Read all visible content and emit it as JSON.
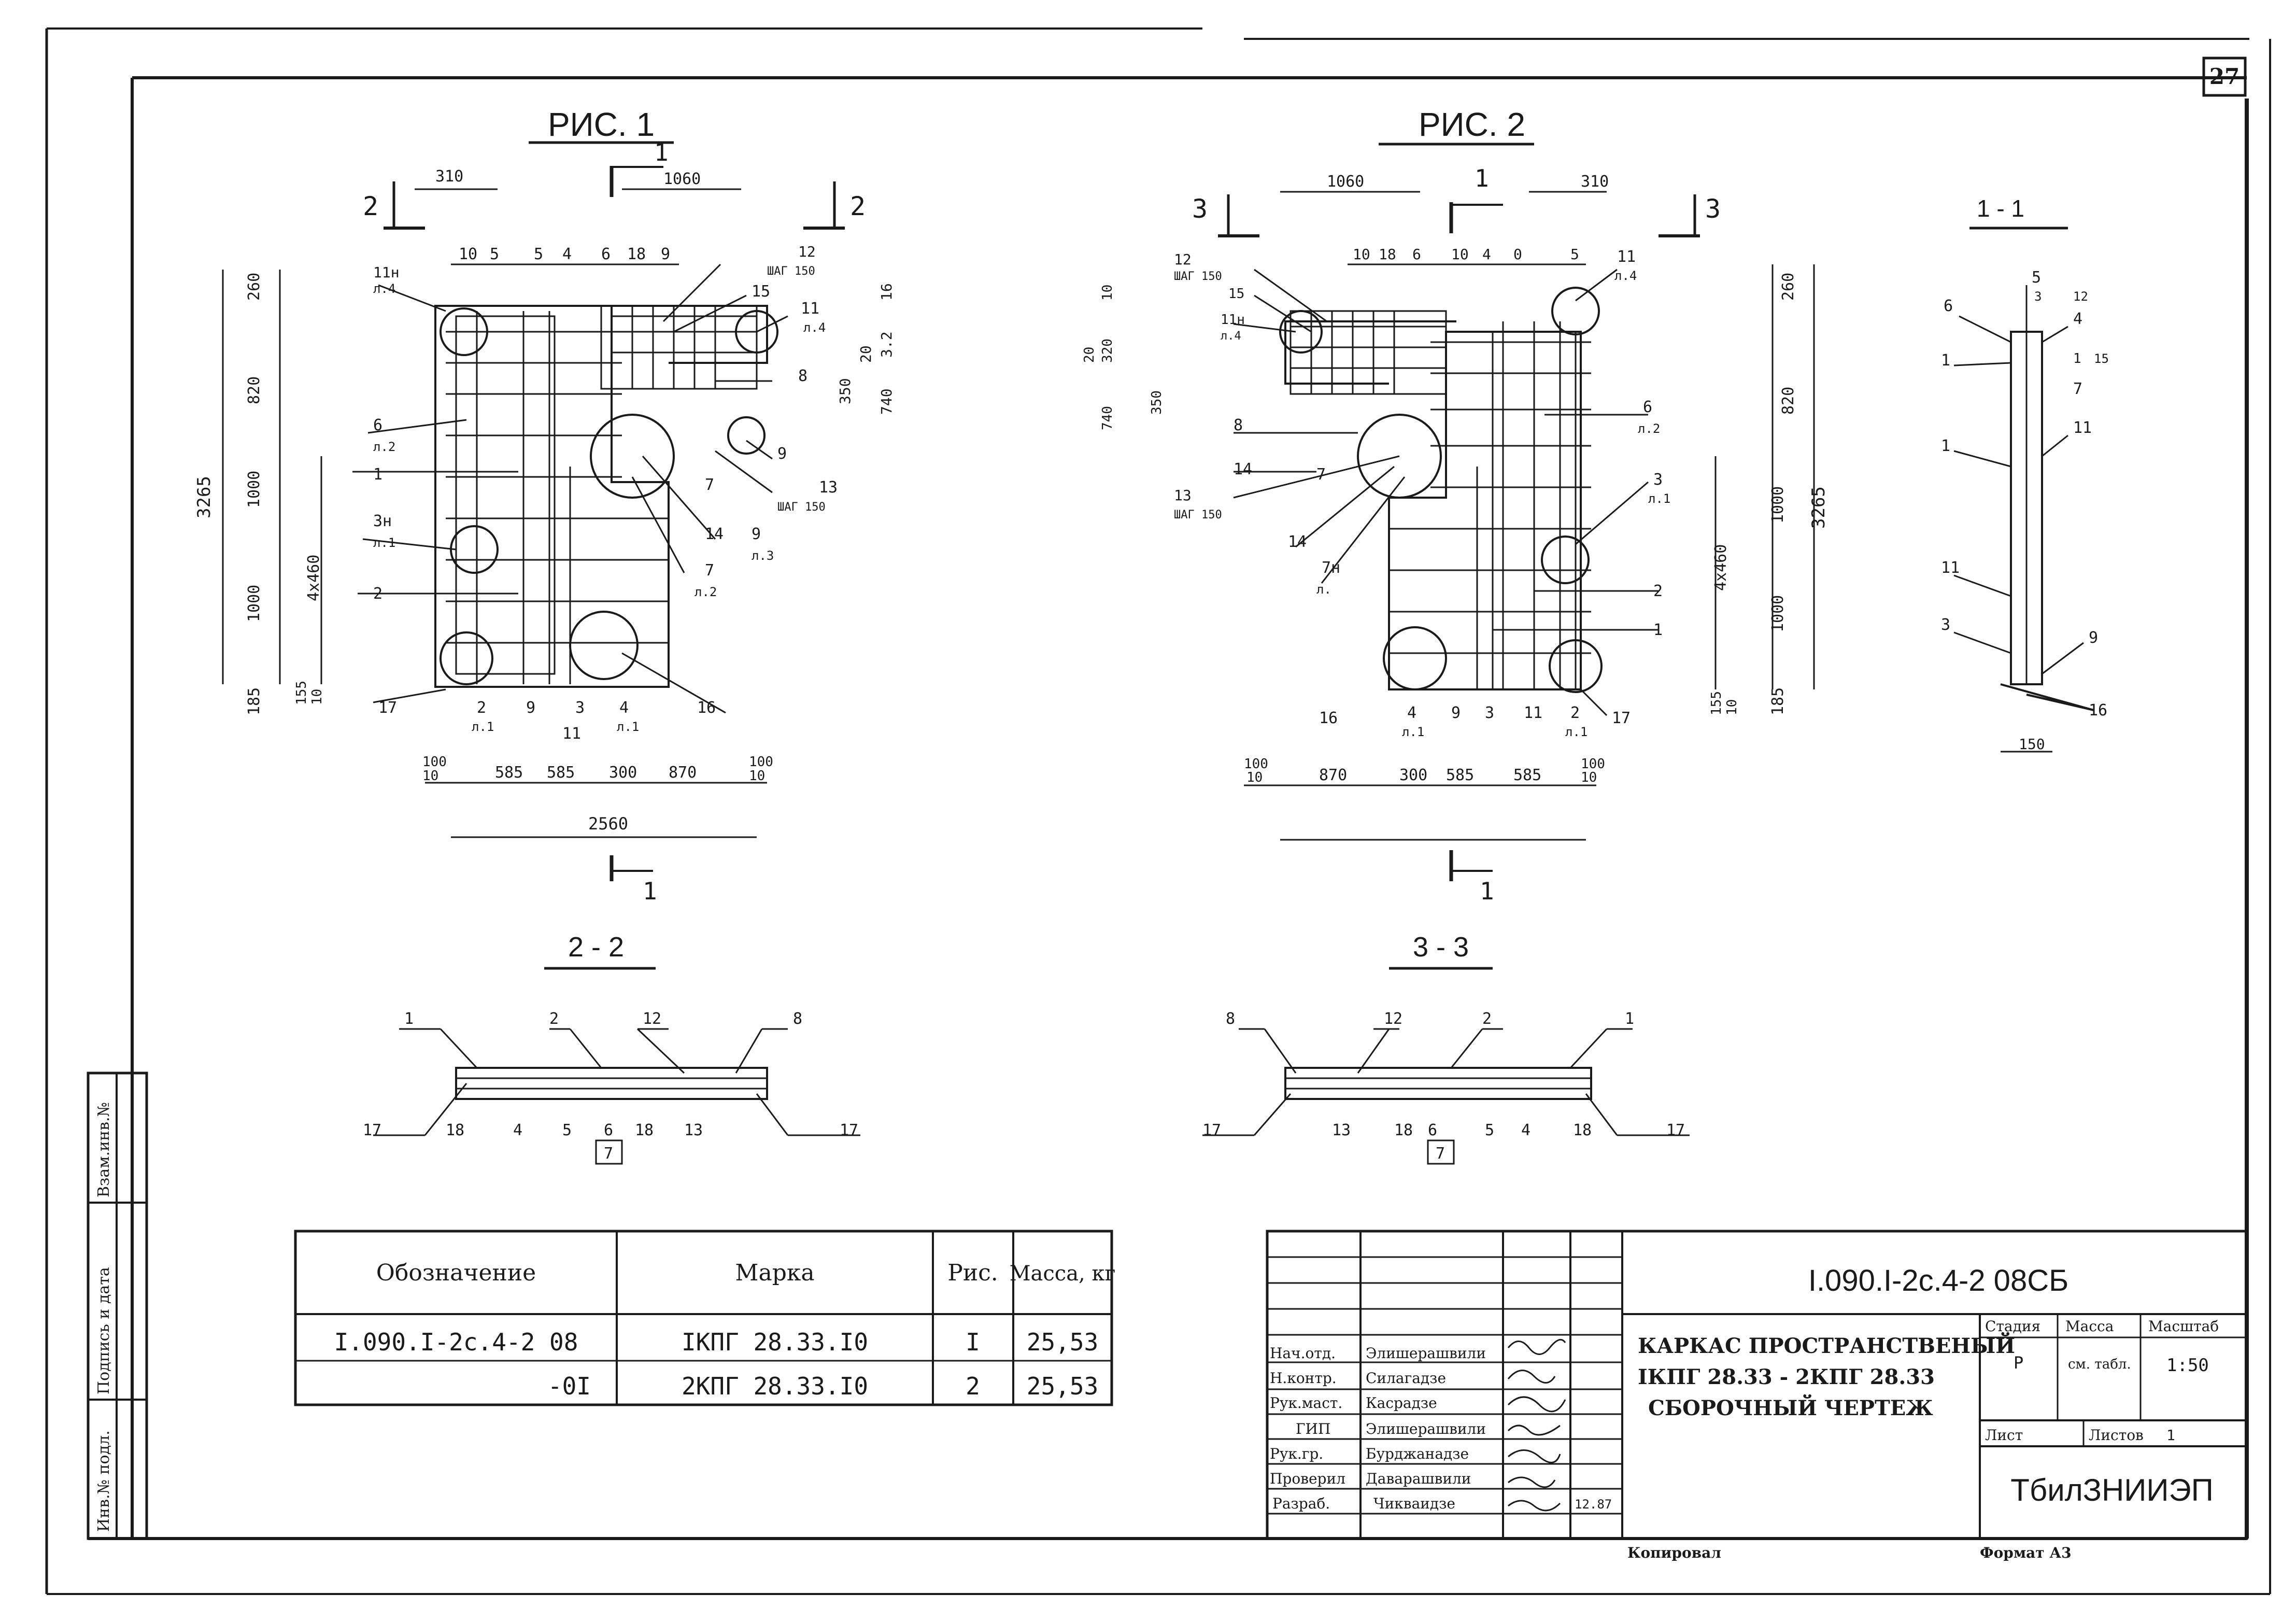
{
  "sheet": {
    "page_number": "27"
  },
  "fig1": {
    "title": "РИС. 1",
    "section_mark": "1",
    "view_mark": "2",
    "dims_top": [
      "310",
      "1060"
    ],
    "dims_left": [
      "260",
      "820",
      "1000",
      "1000",
      "185"
    ],
    "dim_total_v": "3265",
    "dim_inner_v": "4x460",
    "dims_right": [
      "350",
      "20",
      "740",
      "3.2",
      "16"
    ],
    "dims_bottom": [
      "100",
      "10",
      "585",
      "585",
      "300",
      "870",
      "100",
      "10"
    ],
    "dim_total_h": "2560",
    "dims_lower_left": [
      "155",
      "10"
    ],
    "positions_top": [
      "10",
      "5",
      "5",
      "4",
      "6",
      "18",
      "9"
    ],
    "callouts_left": [
      "11н",
      "л.4",
      "6",
      "л.2",
      "1",
      "3н",
      "л.1",
      "2",
      "17"
    ],
    "callouts_right": [
      "12",
      "ШАГ 150",
      "15",
      "11",
      "л.4",
      "8",
      "9",
      "13",
      "ШАГ 150",
      "7",
      "9",
      "л.3",
      "14",
      "7",
      "л.2",
      "16"
    ],
    "positions_bottom": [
      "2",
      "л.1",
      "9",
      "3",
      "4",
      "л.1",
      "11"
    ]
  },
  "fig2": {
    "title": "РИС. 2",
    "section_mark": "1",
    "view_mark": "3",
    "dims_top": [
      "1060",
      "310"
    ],
    "dims_left": [
      "20",
      "320",
      "10",
      "740",
      "350"
    ],
    "dims_right": [
      "260",
      "820",
      "1000",
      "1000",
      "185"
    ],
    "dim_total_v": "3265",
    "dim_inner_v": "4x460",
    "dims_bottom": [
      "100",
      "10",
      "870",
      "300",
      "585",
      "585",
      "100",
      "10"
    ],
    "dims_lower_right": [
      "155",
      "10"
    ],
    "positions_top": [
      "10",
      "18",
      "6",
      "10",
      "4",
      "0",
      "5"
    ],
    "callouts_left": [
      "12",
      "ШАГ 150",
      "15",
      "11н",
      "л.4",
      "8",
      "14",
      "7",
      "13",
      "ШАГ 150",
      "14",
      "7н",
      "л."
    ],
    "callouts_right": [
      "11",
      "л.4",
      "6",
      "л.2",
      "3",
      "л.1",
      "2",
      "1",
      "17"
    ],
    "positions_bottom": [
      "16",
      "4",
      "л.1",
      "9",
      "3",
      "11",
      "2",
      "л.1"
    ]
  },
  "section_1_1": {
    "title": "1 - 1",
    "callouts": [
      "5",
      "6",
      "1",
      "4",
      "1",
      "7",
      "11",
      "1",
      "11",
      "3",
      "9",
      "16",
      "12",
      "15",
      "3"
    ],
    "dim": "150"
  },
  "section_2_2": {
    "title": "2 - 2",
    "callouts_top": [
      "1",
      "2",
      "12",
      "8"
    ],
    "callouts_bottom": [
      "17",
      "18",
      "4",
      "5",
      "6",
      "18",
      "13",
      "17"
    ],
    "boxed": "7"
  },
  "section_3_3": {
    "title": "3 - 3",
    "callouts_top": [
      "8",
      "12",
      "2",
      "1"
    ],
    "callouts_bottom": [
      "17",
      "13",
      "18",
      "6",
      "5",
      "4",
      "18",
      "17"
    ],
    "boxed": "7"
  },
  "spec_table": {
    "headers": [
      "Обозначение",
      "Марка",
      "Рис.",
      "Масса, кг"
    ],
    "rows": [
      [
        "I.090.I-2с.4-2 08",
        "IКПГ 28.33.I0",
        "I",
        "25,53"
      ],
      [
        "-0I",
        "2КПГ 28.33.I0",
        "2",
        "25,53"
      ]
    ]
  },
  "side_stamp": [
    "Взам.инв.№",
    "Подпись и дата",
    "Инв.№ подл."
  ],
  "title_block": {
    "doc_code": "I.090.I-2с.4-2 08СБ",
    "title_lines": [
      "КАРКАС ПРОСТРАНСТВЕНЫЙ",
      "IКПГ 28.33 - 2КПГ 28.33",
      "СБОРОЧНЫЙ ЧЕРТЕЖ"
    ],
    "roles": [
      "Нач.отд.",
      "Н.контр.",
      "Рук.маст.",
      "ГИП",
      "Рук.гр.",
      "Проверил",
      "Разраб."
    ],
    "names": [
      "Элишерашвили",
      "Силагадзе",
      "Касрадзе",
      "Элишерашвили",
      "Бурджанадзе",
      "Даварашвили",
      "Чикваидзе"
    ],
    "date_marks": [
      "",
      "",
      "",
      "",
      "",
      "",
      "12.87"
    ],
    "col_headers": [
      "Стадия",
      "Масса",
      "Масштаб"
    ],
    "stage": "Р",
    "mass": "см. табл.",
    "scale": "1:50",
    "sheet_label": "Лист",
    "sheets_label": "Листов",
    "sheets_value": "1",
    "organization": "ТбилЗНИИЭП",
    "copied": "Копировал",
    "format": "Формат А3"
  }
}
